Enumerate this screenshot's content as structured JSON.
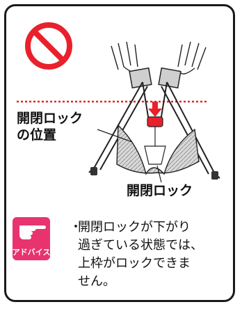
{
  "labels": {
    "lock_position": "開閉ロック\nの位置",
    "lock": "開閉ロック"
  },
  "advice": {
    "badge_text": "アドバイス",
    "bullet": "・",
    "text": "開閉ロックが下がり\n過ぎている状態では、\n上枠がロックできま\nせん。"
  },
  "icons": {
    "prohibition": "prohibition-icon",
    "pointing_hand": "pointing-hand-icon",
    "arrow": "down-arrow-icon"
  },
  "colors": {
    "prohibition": "#e8212c",
    "dotted_line": "#e8212c",
    "badge": "#e8336f",
    "border": "#1a1a1a"
  }
}
